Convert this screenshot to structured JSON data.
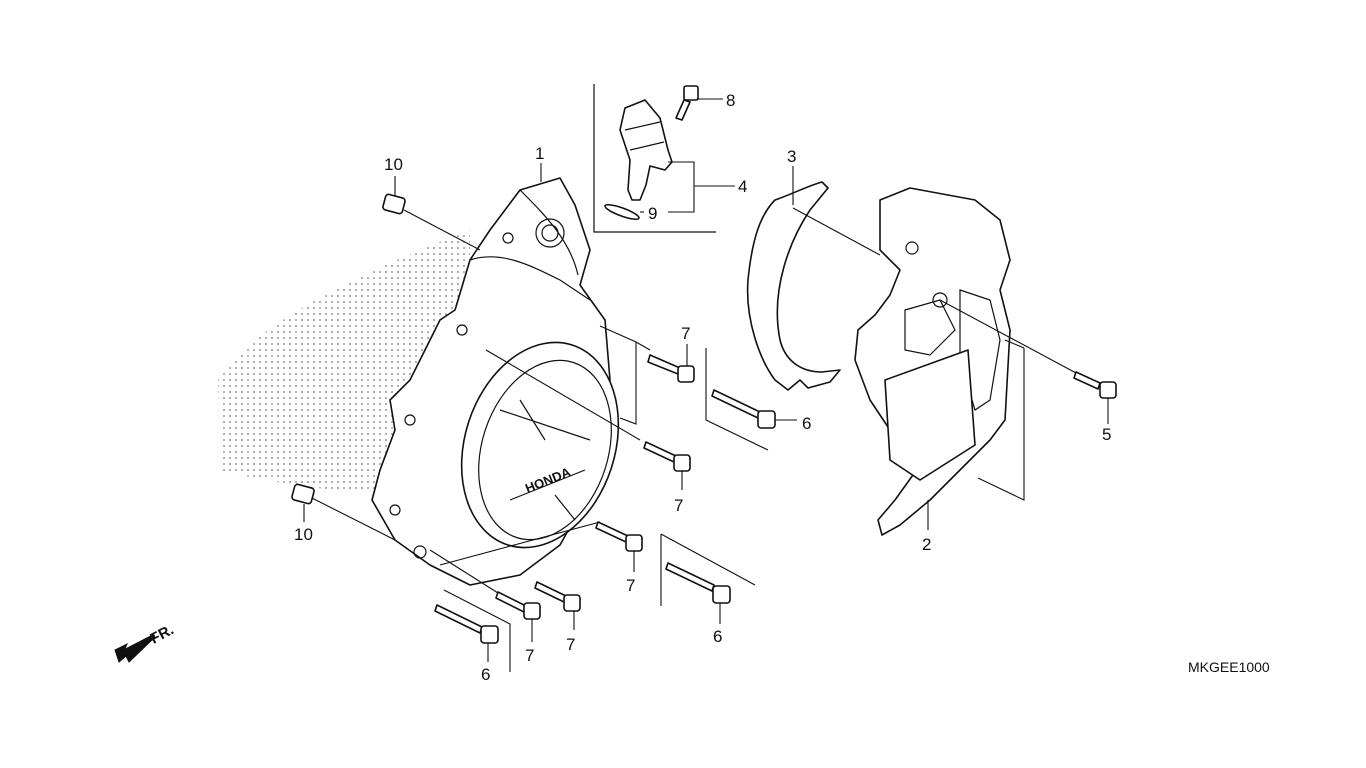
{
  "callouts": {
    "c1": "1",
    "c2": "2",
    "c3": "3",
    "c4": "4",
    "c5": "5",
    "c6a": "6",
    "c6b": "6",
    "c6c": "6",
    "c7a": "7",
    "c7b": "7",
    "c7c": "7",
    "c7d": "7",
    "c7e": "7",
    "c8": "8",
    "c9": "9",
    "c10a": "10",
    "c10b": "10"
  },
  "front_indicator": "FR.",
  "diagram_code": "MKGEE1000",
  "cover_logo": "HONDA"
}
